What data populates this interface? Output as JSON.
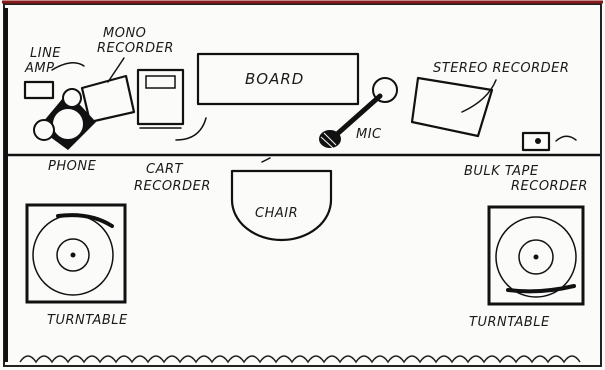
{
  "labels": {
    "line_amp_1": "LINE",
    "line_amp_2": "AMP",
    "mono_recorder_1": "MONO",
    "mono_recorder_2": "RECORDER",
    "board": "BOARD",
    "stereo_recorder": "STEREO RECORDER",
    "mic": "MIC",
    "phone": "PHONE",
    "cart_recorder_1": "CART",
    "cart_recorder_2": "RECORDER",
    "bulk_tape_recorder_1": "BULK TAPE",
    "bulk_tape_recorder_2": "RECORDER",
    "chair": "CHAIR",
    "turntable_left": "TURNTABLE",
    "turntable_right": "TURNTABLE"
  },
  "colors": {
    "ink": "#111111",
    "paper": "#fbfbfa",
    "edge": "#8a1a1a"
  }
}
